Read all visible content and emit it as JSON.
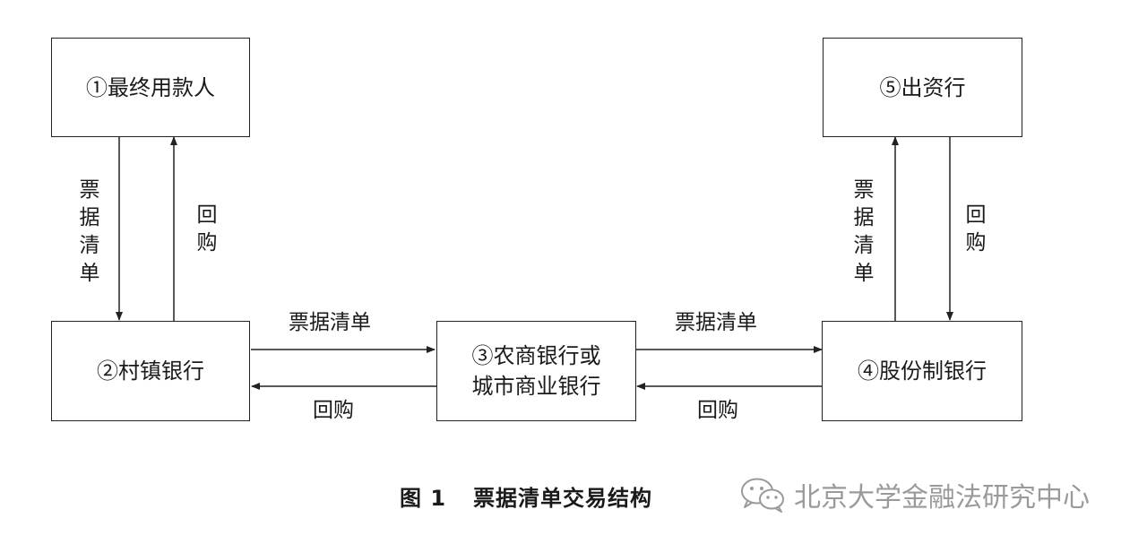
{
  "diagram": {
    "nodes": {
      "end_borrower": "①最终用款人",
      "village_bank": "②村镇银行",
      "rural_bank_line1": "③农商银行或",
      "rural_bank_line2": "城市商业银行",
      "joint_stock_bank": "④股份制银行",
      "funding_bank": "⑤出资行"
    },
    "edges": {
      "borrower_to_village": "票据清单",
      "village_to_borrower": "回购",
      "village_to_rural": "票据清单",
      "rural_to_village": "回购",
      "rural_to_joint": "票据清单",
      "joint_to_rural": "回购",
      "joint_to_funding": "票据清单",
      "funding_to_joint": "回购"
    }
  },
  "caption": {
    "number": "图 1",
    "title": "票据清单交易结构"
  },
  "watermark": {
    "text": "北京大学金融法研究中心",
    "icon": "wechat-icon"
  }
}
